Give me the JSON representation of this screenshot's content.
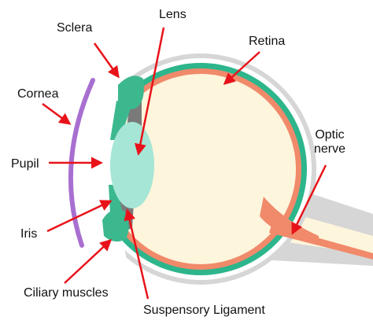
{
  "labels": {
    "lens": "Lens",
    "sclera": "Sclera",
    "retina": "Retina",
    "cornea": "Cornea",
    "optic_nerve_line1": "Optic",
    "optic_nerve_line2": "nerve",
    "pupil": "Pupil",
    "iris": "Iris",
    "ciliary_muscles": "Ciliary muscles",
    "suspensory_ligament": "Suspensory Ligament"
  },
  "colors": {
    "sclera_outer": "#d6d6d6",
    "choroid": "#2db58c",
    "retina": "#f08a6a",
    "vitreous": "#fdf5dc",
    "lens": "#a6e6d6",
    "iris": "#3cb88f",
    "ligament": "#7a7a7a",
    "cornea": "#a86fd1",
    "arrow": "#e8131a"
  }
}
